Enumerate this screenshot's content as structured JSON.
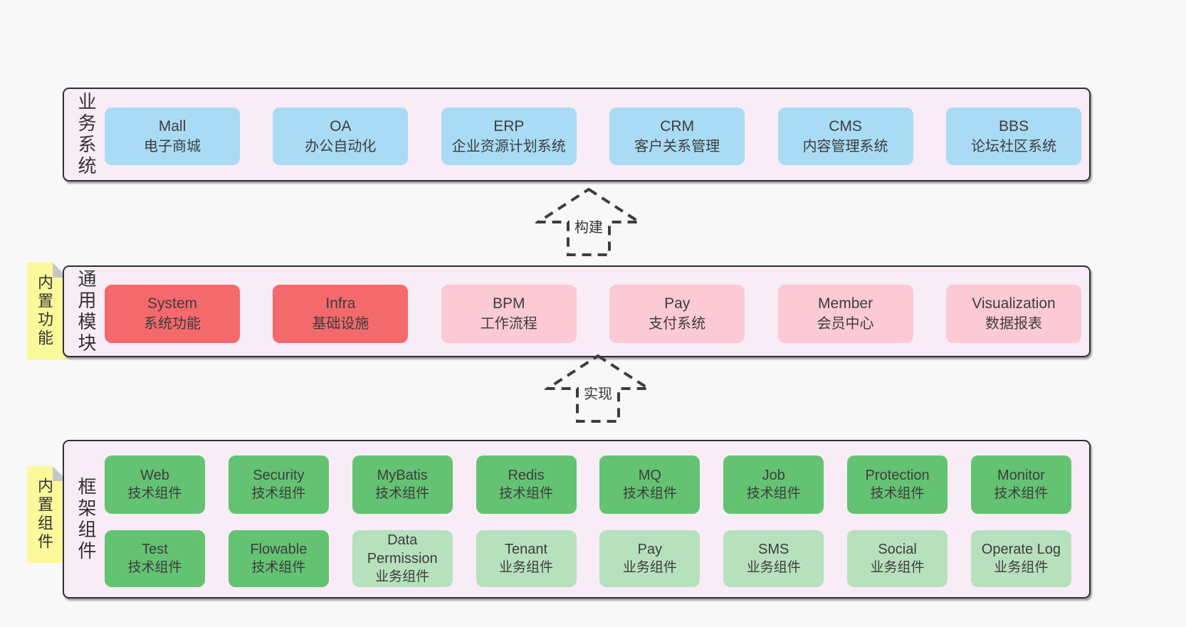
{
  "arrows": {
    "build": "构建",
    "implement": "实现"
  },
  "sections": {
    "business": {
      "title": "业务系统",
      "boxes": [
        {
          "name": "Mall",
          "desc": "电子商城"
        },
        {
          "name": "OA",
          "desc": "办公自动化"
        },
        {
          "name": "ERP",
          "desc": "企业资源计划系统"
        },
        {
          "name": "CRM",
          "desc": "客户关系管理"
        },
        {
          "name": "CMS",
          "desc": "内容管理系统"
        },
        {
          "name": "BBS",
          "desc": "论坛社区系统"
        }
      ]
    },
    "modules": {
      "title": "通用模块",
      "tag": "内置功能",
      "boxes": [
        {
          "name": "System",
          "desc": "系统功能"
        },
        {
          "name": "Infra",
          "desc": "基础设施"
        },
        {
          "name": "BPM",
          "desc": "工作流程"
        },
        {
          "name": "Pay",
          "desc": "支付系统"
        },
        {
          "name": "Member",
          "desc": "会员中心"
        },
        {
          "name": "Visualization",
          "desc": "数据报表"
        }
      ]
    },
    "components": {
      "title": "框架组件",
      "tag": "内置组件",
      "row1": [
        {
          "name": "Web",
          "desc": "技术组件"
        },
        {
          "name": "Security",
          "desc": "技术组件"
        },
        {
          "name": "MyBatis",
          "desc": "技术组件"
        },
        {
          "name": "Redis",
          "desc": "技术组件"
        },
        {
          "name": "MQ",
          "desc": "技术组件"
        },
        {
          "name": "Job",
          "desc": "技术组件"
        },
        {
          "name": "Protection",
          "desc": "技术组件"
        },
        {
          "name": "Monitor",
          "desc": "技术组件"
        }
      ],
      "row2": [
        {
          "name": "Test",
          "desc": "技术组件"
        },
        {
          "name": "Flowable",
          "desc": "技术组件"
        },
        {
          "name": "Data Permission",
          "desc": "业务组件"
        },
        {
          "name": "Tenant",
          "desc": "业务组件"
        },
        {
          "name": "Pay",
          "desc": "业务组件"
        },
        {
          "name": "SMS",
          "desc": "业务组件"
        },
        {
          "name": "Social",
          "desc": "业务组件"
        },
        {
          "name": "Operate Log",
          "desc": "业务组件"
        }
      ]
    }
  },
  "colors": {
    "page_bg": "#f8f8f8",
    "panel_bg": "#f8edf6",
    "panel_border": "#2f2f2f",
    "business_box": "#aadbf5",
    "core_module_box": "#f4696c",
    "extra_module_box": "#fbcad4",
    "tech_component_box": "#64c373",
    "biz_component_box": "#b7e0bc",
    "sticky_note": "#fcf99b"
  }
}
